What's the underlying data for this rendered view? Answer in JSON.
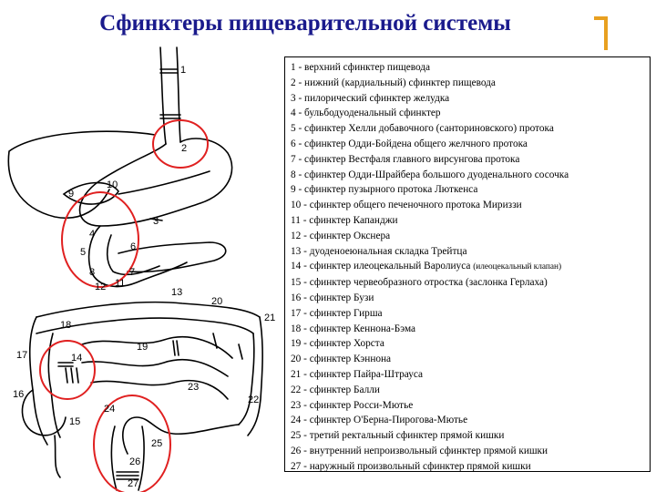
{
  "title": "Сфинктеры пищеварительной системы",
  "figure": {
    "labels": [
      "1",
      "2",
      "3",
      "4",
      "5",
      "6",
      "7",
      "8",
      "9",
      "10",
      "11",
      "12",
      "13",
      "14",
      "15",
      "16",
      "17",
      "18",
      "19",
      "20",
      "21",
      "22",
      "23",
      "24",
      "25",
      "26",
      "27"
    ]
  },
  "legend": [
    {
      "text": "1 - верхний сфинктер пищевода"
    },
    {
      "text": "2 - нижний (кардиальный) сфинктер пищевода"
    },
    {
      "text": "3 - пилорический сфинктер желудка"
    },
    {
      "text": "4 - бульбодуоденальный сфинктер"
    },
    {
      "text": "5 - сфинктер Хелли добавочного (санториновского) протока"
    },
    {
      "text": "6 - сфинктер Одди-Бойдена общего желчного протока"
    },
    {
      "text": "7 - сфинктер Вестфаля главного вирсунгова протока"
    },
    {
      "text": "8 - сфинктер Одди-Шрайбера большого дуоденального сосочка"
    },
    {
      "text": "9 - сфинктер пузырного протока Люткенса"
    },
    {
      "text": "10 - сфинктер общего печеночного протока Мириззи"
    },
    {
      "text": "11 - сфинктер Капанджи"
    },
    {
      "text": "12 - сфинктер Окснера"
    },
    {
      "text": "13 - дуоденоеюнальная складка Трейтца"
    },
    {
      "text": "14 - сфинктер илеоцекальный Варолиуса ",
      "small": "(илеоцекальный клапан)"
    },
    {
      "text": "15 - сфинктер червеобразного отростка (заслонка Герлаха)"
    },
    {
      "text": "16 - сфинктер Бузи"
    },
    {
      "text": "17 - сфинктер Гирша"
    },
    {
      "text": "18 - сфинктер Кеннона-Бэма"
    },
    {
      "text": "19 - сфинктер Хорста"
    },
    {
      "text": "20 - сфинктер Кэннона"
    },
    {
      "text": "21 - сфинктер Пайра-Штрауса"
    },
    {
      "text": "22 - сфинктер Балли"
    },
    {
      "text": "23 - сфинктер Росси-Мютье"
    },
    {
      "text": "24 - сфинктер О'Берна-Пирогова-Мютье"
    },
    {
      "text": "25 - третий ректальный сфинктер прямой кишки"
    },
    {
      "text": "26 - внутренний непроизвольный сфинктер прямой кишки"
    },
    {
      "text": "27 - наружный произвольный сфинктер прямой кишки"
    }
  ],
  "colors": {
    "title": "#1a1a8c",
    "highlight_circle": "#e02020",
    "bracket": "#e8a020"
  }
}
